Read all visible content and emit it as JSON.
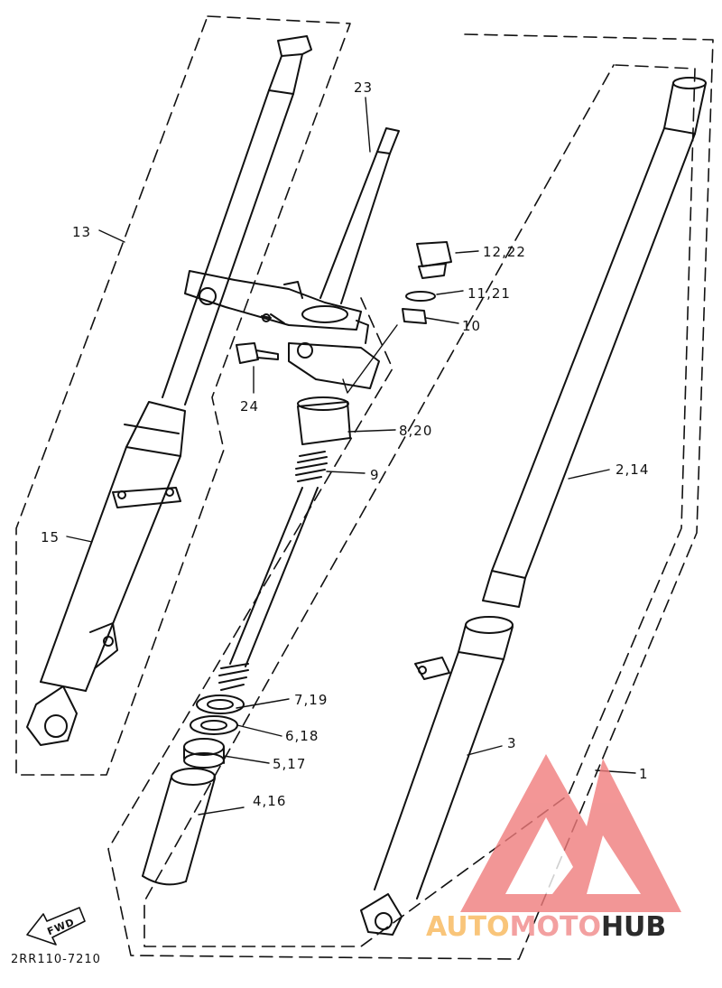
{
  "diagram": {
    "part_code": "2RR110-7210",
    "fwd_label": "FWD",
    "callouts": [
      {
        "id": "c23",
        "text": "23"
      },
      {
        "id": "c13",
        "text": "13"
      },
      {
        "id": "c12",
        "text": "12,22"
      },
      {
        "id": "c11",
        "text": "11,21"
      },
      {
        "id": "c10",
        "text": "10"
      },
      {
        "id": "c24",
        "text": "24"
      },
      {
        "id": "c8",
        "text": "8,20"
      },
      {
        "id": "c9",
        "text": "9"
      },
      {
        "id": "c2",
        "text": "2,14"
      },
      {
        "id": "c15",
        "text": "15"
      },
      {
        "id": "c7",
        "text": "7,19"
      },
      {
        "id": "c6",
        "text": "6,18"
      },
      {
        "id": "c5",
        "text": "5,17"
      },
      {
        "id": "c3",
        "text": "3"
      },
      {
        "id": "c1",
        "text": "1"
      },
      {
        "id": "c4",
        "text": "4,16"
      }
    ]
  },
  "watermark": {
    "part1": "AUTO",
    "part2": "MOTO",
    "part3": "HUB",
    "colors": {
      "light": "#f9c57a",
      "mid": "#f08080",
      "dark": "#2b2b2b",
      "triangle": "#f07c7c"
    }
  }
}
